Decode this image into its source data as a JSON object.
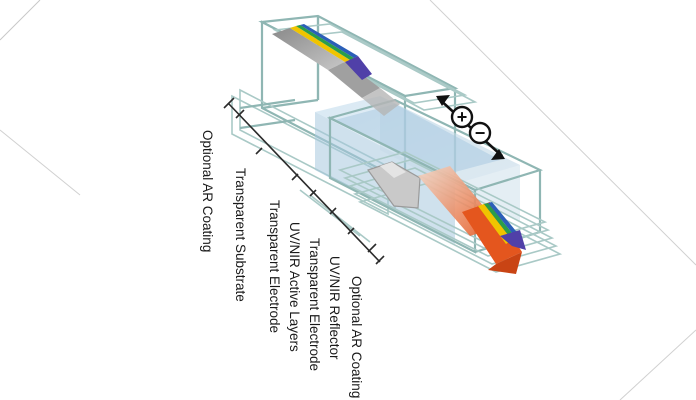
{
  "diagram": {
    "layer_labels": [
      "Optional AR Coating",
      "Transparent Substrate",
      "Transparent Electrode",
      "UV/NIR Active Layers",
      "Transparent Electrode",
      "UV/NIR Reflector",
      "Optional AR Coating"
    ],
    "polarity": {
      "positive": "+",
      "negative": "−"
    },
    "colors": {
      "frame": "#8fb6b3",
      "active_region": "#bcd6e8",
      "incident_beam": "#9e9e9e",
      "transmitted_beam": "#e8622a",
      "bracket": "#2b2b2b"
    }
  }
}
